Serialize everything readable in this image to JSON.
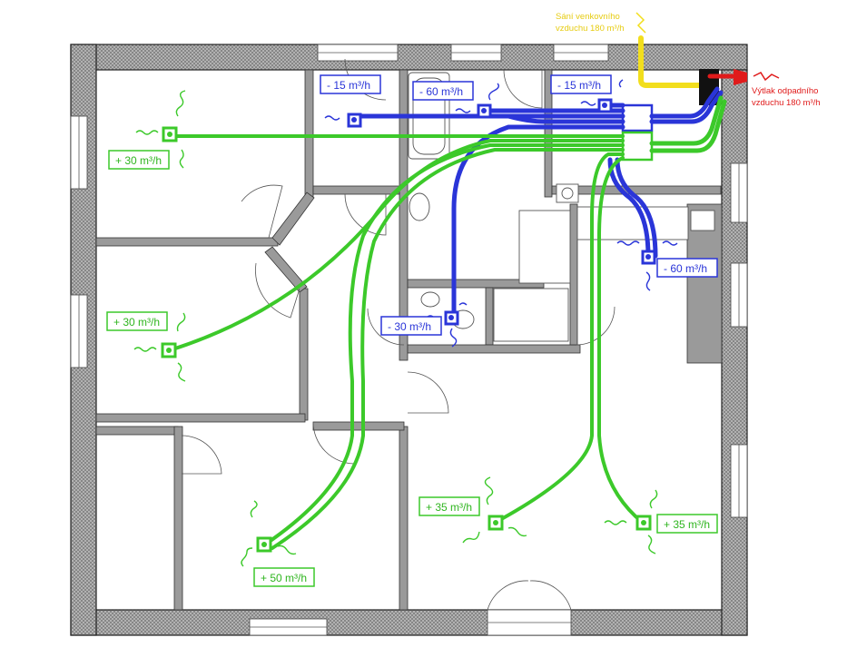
{
  "labels": {
    "supply_bedroom_top": "+ 30 m³/h",
    "supply_bedroom_mid": "+ 30 m³/h",
    "supply_bedroom_bottom": "+ 50 m³/h",
    "supply_living_left": "+ 35 m³/h",
    "supply_living_right": "+ 35 m³/h",
    "exhaust_wc_top": "- 15 m³/h",
    "exhaust_bath": "- 60 m³/h",
    "exhaust_storage": "- 15 m³/h",
    "exhaust_kitchen": "- 60 m³/h",
    "exhaust_wc_small": "- 30 m³/h",
    "intake_line1": "Sání venkovního",
    "intake_line2": "vzduchu 180 m³/h",
    "outlet_line1": "Výtlak odpadního",
    "outlet_line2": "vzduchu 180 m³/h"
  },
  "colors": {
    "supply": "#3cc92a",
    "exhaust": "#2a35d8",
    "intake": "#f2de1d",
    "outlet": "#e01b1b"
  }
}
